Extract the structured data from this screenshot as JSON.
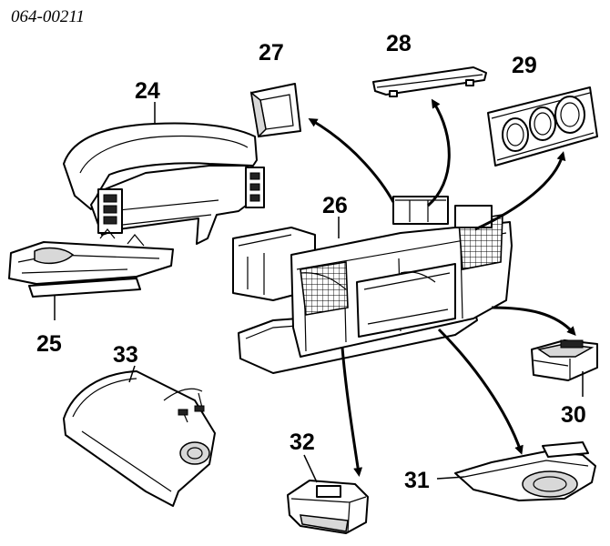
{
  "document_id": "064-00211",
  "callouts": [
    {
      "id": "24",
      "label": "24"
    },
    {
      "id": "25",
      "label": "25"
    },
    {
      "id": "26",
      "label": "26"
    },
    {
      "id": "27",
      "label": "27"
    },
    {
      "id": "28",
      "label": "28"
    },
    {
      "id": "29",
      "label": "29"
    },
    {
      "id": "30",
      "label": "30"
    },
    {
      "id": "31",
      "label": "31"
    },
    {
      "id": "32",
      "label": "32"
    },
    {
      "id": "33",
      "label": "33"
    }
  ]
}
